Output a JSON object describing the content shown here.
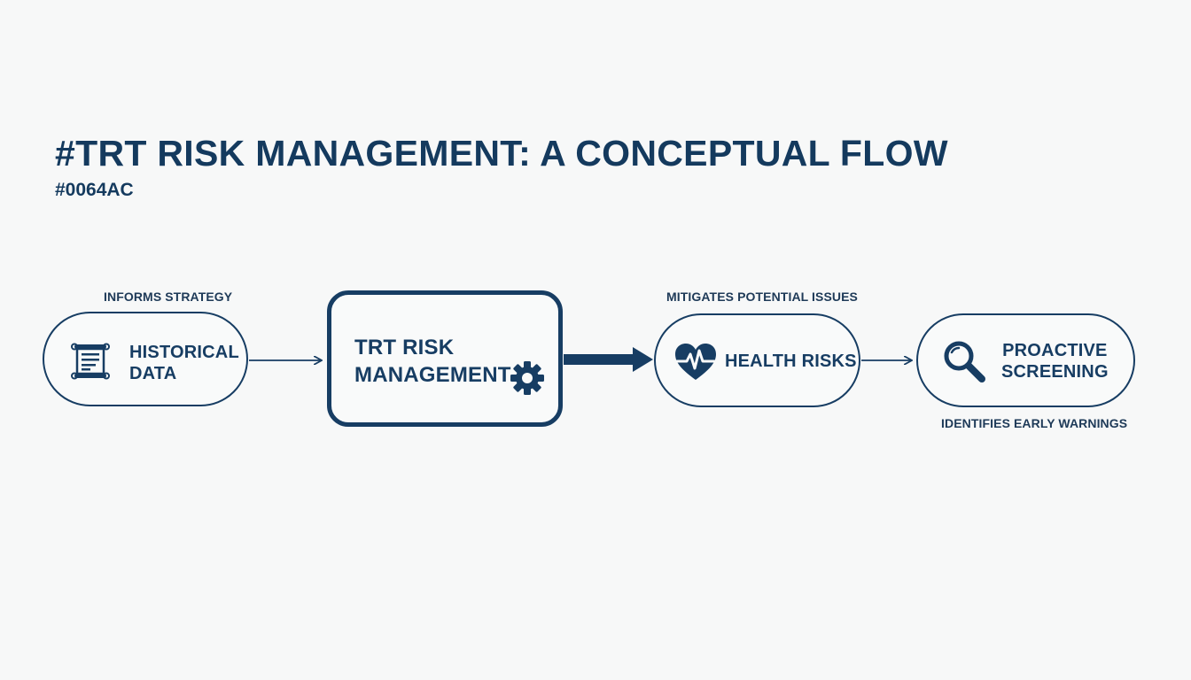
{
  "title": "#TRT RISK MANAGEMENT: A CONCEPTUAL FLOW",
  "subtitle": "#0064AC",
  "colors": {
    "primary": "#173d63",
    "background": "#f7f8f8"
  },
  "nodes": {
    "historical": {
      "line1": "HISTORICAL",
      "line2": "DATA",
      "icon": "document-scroll-icon"
    },
    "trt": {
      "line1": "TRT RISK",
      "line2": "MANAGEMENT",
      "icon": "gear-icon"
    },
    "health": {
      "label": "HEALTH RISKS",
      "icon": "heart-pulse-icon"
    },
    "proactive": {
      "line1": "PROACTIVE",
      "line2": "SCREENING",
      "icon": "magnifier-icon"
    }
  },
  "edges": {
    "informs": "INFORMS STRATEGY",
    "mitigates": "MITIGATES POTENTIAL ISSUES",
    "identifies": "IDENTIFIES EARLY WARNINGS"
  }
}
